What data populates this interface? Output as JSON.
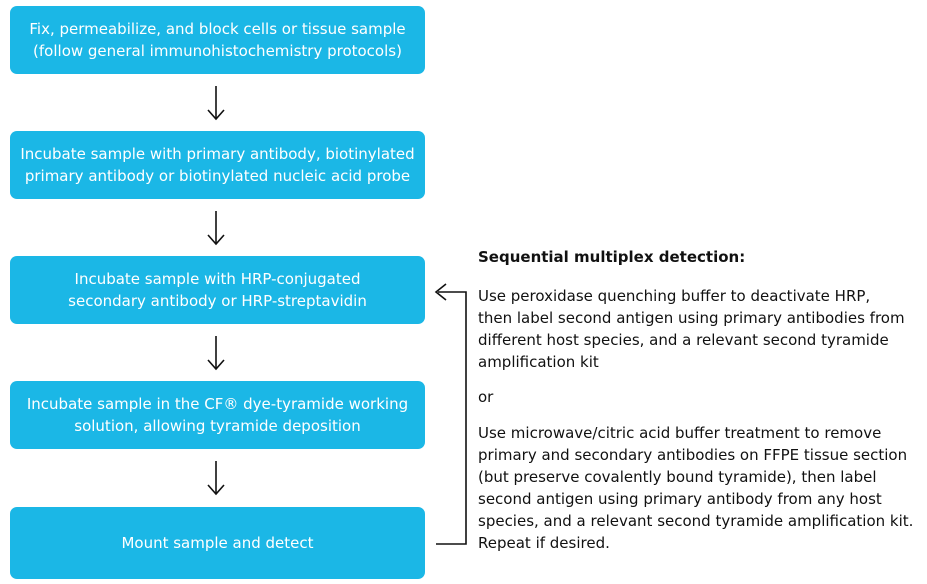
{
  "steps": [
    {
      "lines": [
        "Fix, permeabilize, and block cells or tissue sample",
        "(follow general immunohistochemistry protocols)"
      ]
    },
    {
      "lines": [
        "Incubate sample with primary antibody, biotinylated",
        "primary antibody or biotinylated nucleic acid probe"
      ]
    },
    {
      "lines": [
        "Incubate sample with HRP-conjugated",
        "secondary antibody or HRP-streptavidin"
      ]
    },
    {
      "lines": [
        "Incubate sample in the CF® dye-tyramide working",
        "solution, allowing tyramide deposition"
      ]
    },
    {
      "lines": [
        "Mount sample and detect"
      ]
    }
  ],
  "sequential": {
    "title": "Sequential multiplex detection:",
    "option1": [
      "Use peroxidase quenching buffer to deactivate HRP,",
      "then label second antigen using primary antibodies from",
      "different host species, and a relevant second tyramide",
      "amplification kit"
    ],
    "or": "or",
    "option2": [
      "Use microwave/citric acid buffer treatment to remove",
      "primary and secondary antibodies on FFPE tissue section",
      "(but preserve covalently bound tyramide), then label",
      "second antigen using primary antibody from any host",
      "species, and a relevant second tyramide amplification kit.",
      "Repeat if desired."
    ]
  },
  "colors": {
    "step_fill": "#1bb7e6",
    "step_text": "#ffffff",
    "line": "#111111"
  }
}
